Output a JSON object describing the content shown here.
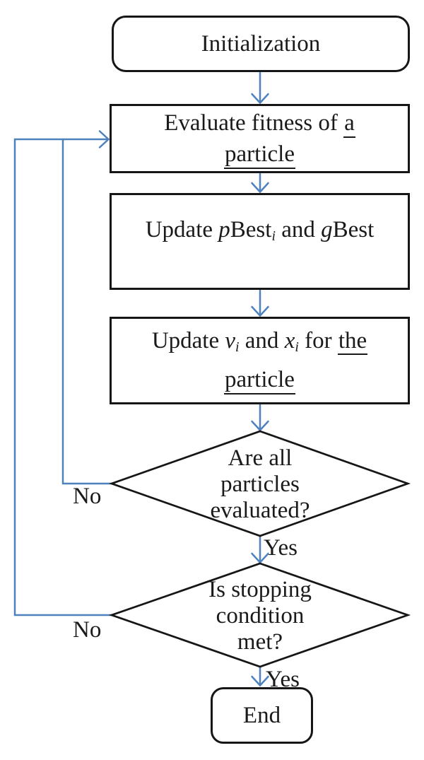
{
  "colors": {
    "connector": "#4f81bd",
    "outline": "#161616",
    "text": "#1a1a1a",
    "background": "#ffffff"
  },
  "nodes": {
    "start": {
      "label": "Initialization"
    },
    "evaluate": {
      "line1_pre": "Evaluate fitness of",
      "line1_underlined": "a",
      "line2_underlined": "particle"
    },
    "update_best": {
      "parts": [
        "Update ",
        "p",
        "Best",
        "i",
        " and ",
        "g",
        "Best"
      ]
    },
    "update_vx": {
      "parts": [
        "Update ",
        "v",
        "i",
        " and ",
        "x",
        "i",
        " for "
      ],
      "line1_underlined": "the",
      "line2_underlined": "particle"
    },
    "check_particles": {
      "lines": [
        "Are all",
        "particles",
        "evaluated?"
      ]
    },
    "check_stopping": {
      "lines": [
        "Is stopping",
        "condition",
        "met?"
      ]
    },
    "end": {
      "label": "End"
    }
  },
  "edge_labels": {
    "particles_no": "No",
    "particles_yes": "Yes",
    "stopping_no": "No",
    "stopping_yes": "Yes"
  }
}
